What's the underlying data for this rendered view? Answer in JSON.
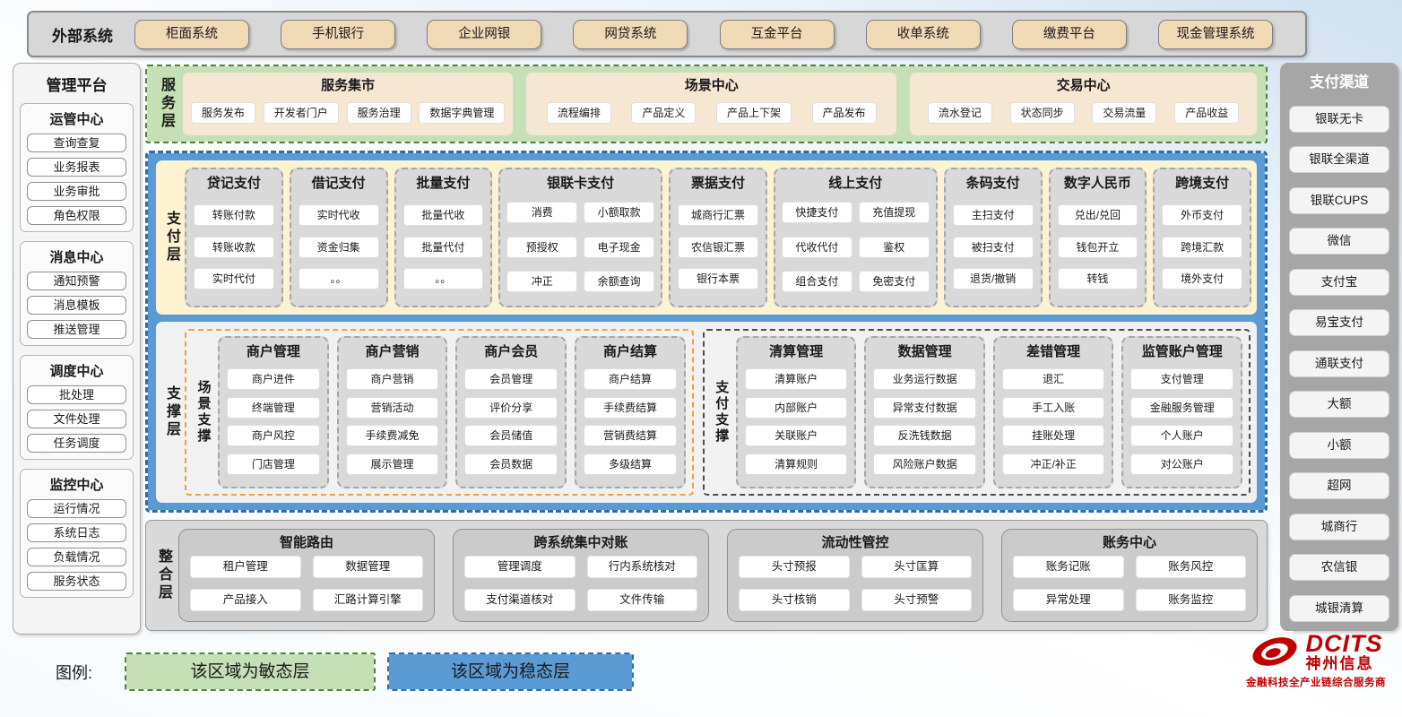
{
  "external": {
    "label": "外部系统",
    "items": [
      "柜面系统",
      "手机银行",
      "企业网银",
      "网贷系统",
      "互金平台",
      "收单系统",
      "缴费平台",
      "现金管理系统"
    ]
  },
  "management": {
    "title": "管理平台",
    "groups": [
      {
        "title": "运管中心",
        "items": [
          "查询查复",
          "业务报表",
          "业务审批",
          "角色权限"
        ]
      },
      {
        "title": "消息中心",
        "items": [
          "通知预警",
          "消息模板",
          "推送管理"
        ]
      },
      {
        "title": "调度中心",
        "items": [
          "批处理",
          "文件处理",
          "任务调度"
        ]
      },
      {
        "title": "监控中心",
        "items": [
          "运行情况",
          "系统日志",
          "负载情况",
          "服务状态"
        ]
      }
    ]
  },
  "service_layer": {
    "label": "服务层",
    "groups": [
      {
        "title": "服务集市",
        "items": [
          "服务发布",
          "开发者门户",
          "服务治理",
          "数据字典管理"
        ]
      },
      {
        "title": "场景中心",
        "items": [
          "流程编排",
          "产品定义",
          "产品上下架",
          "产品发布"
        ]
      },
      {
        "title": "交易中心",
        "items": [
          "流水登记",
          "状态同步",
          "交易流量",
          "产品收益"
        ]
      }
    ]
  },
  "payment_layer": {
    "label": "支付层",
    "columns": [
      {
        "title": "贷记支付",
        "cols": 1,
        "items": [
          "转账付款",
          "转账收款",
          "实时代付"
        ]
      },
      {
        "title": "借记支付",
        "cols": 1,
        "items": [
          "实时代收",
          "资金归集",
          "。。"
        ]
      },
      {
        "title": "批量支付",
        "cols": 1,
        "items": [
          "批量代收",
          "批量代付",
          "。。"
        ]
      },
      {
        "title": "银联卡支付",
        "cols": 2,
        "items": [
          "消费",
          "小额取款",
          "预授权",
          "电子现金",
          "冲正",
          "余额查询"
        ]
      },
      {
        "title": "票据支付",
        "cols": 1,
        "items": [
          "城商行汇票",
          "农信银汇票",
          "银行本票"
        ]
      },
      {
        "title": "线上支付",
        "cols": 2,
        "items": [
          "快捷支付",
          "充值提现",
          "代收代付",
          "鉴权",
          "组合支付",
          "免密支付"
        ]
      },
      {
        "title": "条码支付",
        "cols": 1,
        "items": [
          "主扫支付",
          "被扫支付",
          "退货/撤销"
        ]
      },
      {
        "title": "数字人民币",
        "cols": 1,
        "items": [
          "兑出/兑回",
          "钱包开立",
          "转钱"
        ]
      },
      {
        "title": "跨境支付",
        "cols": 1,
        "items": [
          "外币支付",
          "跨境汇款",
          "境外支付"
        ]
      }
    ]
  },
  "support_layer": {
    "label": "支撑层",
    "zones": [
      {
        "label": "场景支撑",
        "columns": [
          {
            "title": "商户管理",
            "items": [
              "商户进件",
              "终端管理",
              "商户风控",
              "门店管理"
            ]
          },
          {
            "title": "商户营销",
            "items": [
              "商户营销",
              "营销活动",
              "手续费减免",
              "展示管理"
            ]
          },
          {
            "title": "商户会员",
            "items": [
              "会员管理",
              "评价分享",
              "会员储值",
              "会员数据"
            ]
          },
          {
            "title": "商户结算",
            "items": [
              "商户结算",
              "手续费结算",
              "营销费结算",
              "多级结算"
            ]
          }
        ]
      },
      {
        "label": "支付支撑",
        "columns": [
          {
            "title": "清算管理",
            "items": [
              "清算账户",
              "内部账户",
              "关联账户",
              "清算规则"
            ]
          },
          {
            "title": "数据管理",
            "items": [
              "业务运行数据",
              "异常支付数据",
              "反洗钱数据",
              "风险账户数据"
            ]
          },
          {
            "title": "差错管理",
            "items": [
              "退汇",
              "手工入账",
              "挂账处理",
              "冲正/补正"
            ]
          },
          {
            "title": "监管账户管理",
            "items": [
              "支付管理",
              "金融服务管理",
              "个人账户",
              "对公账户"
            ]
          }
        ]
      }
    ]
  },
  "integration_layer": {
    "label": "整合层",
    "groups": [
      {
        "title": "智能路由",
        "items": [
          "租户管理",
          "数据管理",
          "产品接入",
          "汇路计算引擎"
        ]
      },
      {
        "title": "跨系统集中对账",
        "items": [
          "管理调度",
          "行内系统核对",
          "支付渠道核对",
          "文件传输"
        ]
      },
      {
        "title": "流动性管控",
        "items": [
          "头寸预报",
          "头寸匡算",
          "头寸核销",
          "头寸预警"
        ]
      },
      {
        "title": "账务中心",
        "items": [
          "账务记账",
          "账务风控",
          "异常处理",
          "账务监控"
        ]
      }
    ]
  },
  "channels": {
    "title": "支付渠道",
    "items": [
      "银联无卡",
      "银联全渠道",
      "银联CUPS",
      "微信",
      "支付宝",
      "易宝支付",
      "通联支付",
      "大额",
      "小额",
      "超网",
      "城商行",
      "农信银",
      "城银清算"
    ]
  },
  "legend": {
    "label": "图例:",
    "agile": "该区域为敏态层",
    "stable": "该区域为稳态层"
  },
  "logo": {
    "name": "DCITS",
    "cn": "神州信息",
    "tagline": "金融科技全产业链综合服务商"
  },
  "colors": {
    "agile_green": "#C5E0B4",
    "green_border": "#538135",
    "stable_blue": "#5B9BD5",
    "blue_border": "#2E6DA4",
    "payment_cream": "#FDF2D2",
    "external_tan": "#F0D9B5",
    "panel_gray": "#D9D9D9",
    "scene_orange": "#E8A33D",
    "brand_red": "#C00000"
  }
}
